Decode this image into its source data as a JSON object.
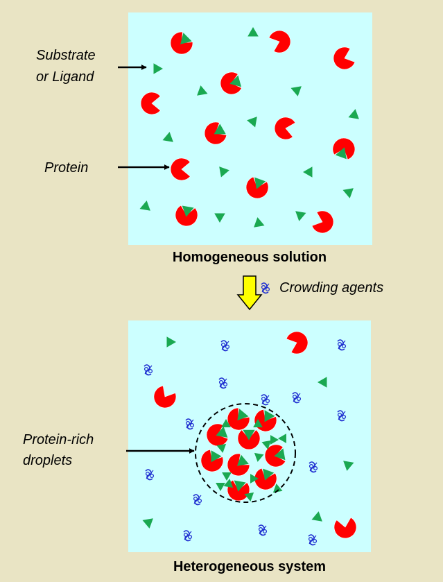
{
  "labels": {
    "substrate_line1": "Substrate",
    "substrate_line2": "or Ligand",
    "protein": "Protein",
    "droplet_line1": "Protein-rich",
    "droplet_line2": "droplets",
    "crowding": "Crowding agents"
  },
  "captions": {
    "top": "Homogeneous solution",
    "bottom": "Heterogeneous system"
  },
  "colors": {
    "panel": "#ccffff",
    "protein": "#ff0000",
    "ligand": "#1aa851",
    "crowder": "#1f2fd0",
    "arrow": "#ffff00"
  },
  "icons": {
    "protein": "pacman-protein-icon",
    "ligand": "triangle-ligand-icon",
    "crowder": "coil-crowding-agent-icon",
    "transition": "down-arrow-icon"
  }
}
